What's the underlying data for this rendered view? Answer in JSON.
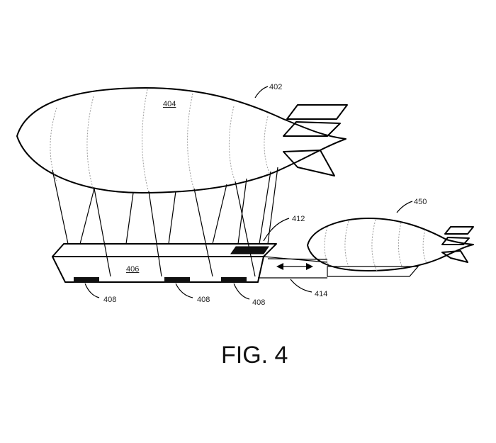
{
  "figure": {
    "caption": "FIG. 4",
    "labels": {
      "airship": "402",
      "envelope": "404",
      "gondola": "406",
      "dock_a": "408",
      "dock_b": "408",
      "dock_c": "408",
      "hatch": "412",
      "transfer": "414",
      "shuttle": "450"
    }
  }
}
